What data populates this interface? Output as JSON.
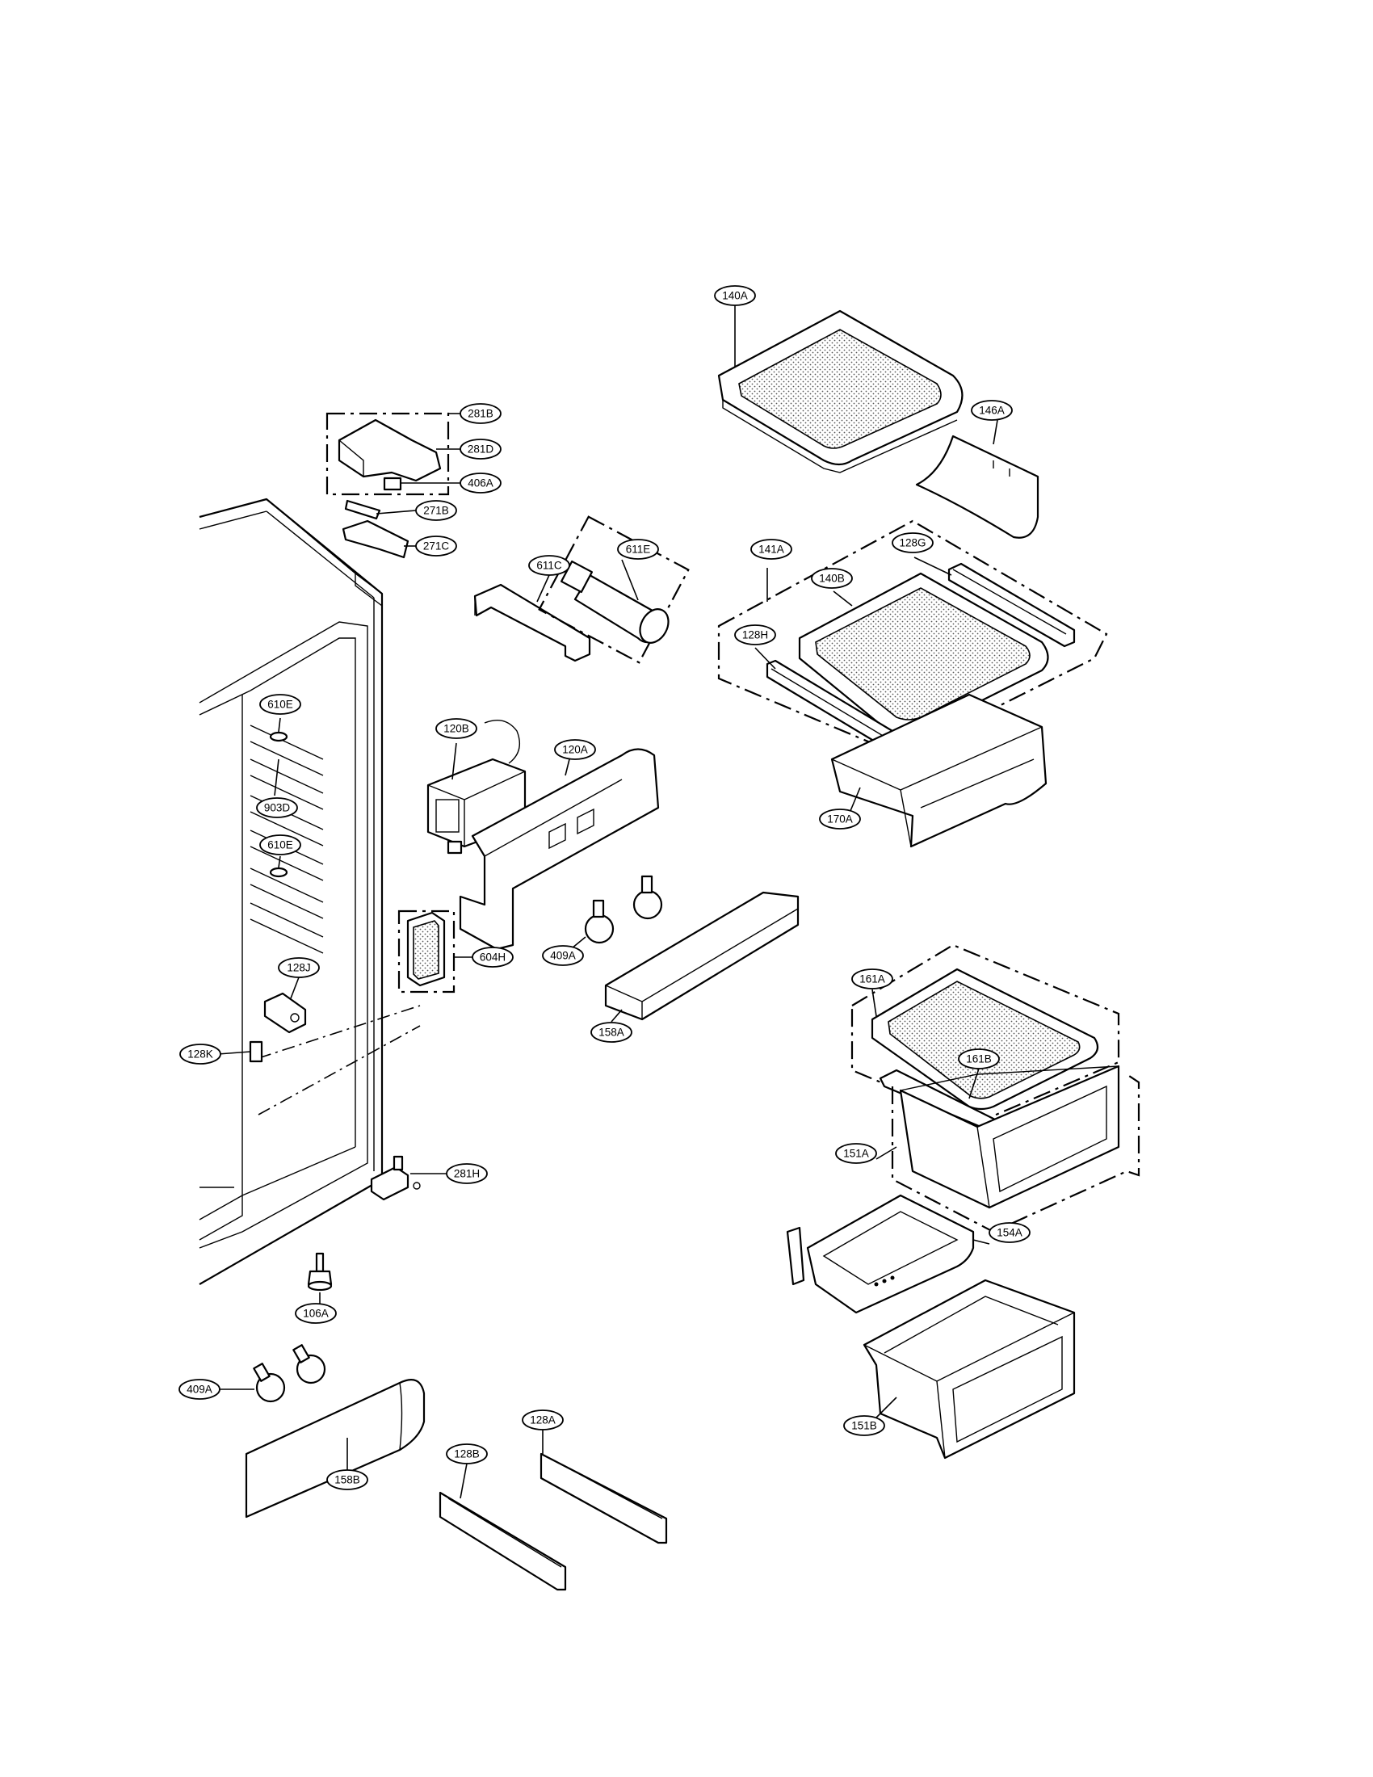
{
  "callouts": [
    {
      "id": "281B",
      "text": "281B"
    },
    {
      "id": "281D",
      "text": "281D"
    },
    {
      "id": "406A",
      "text": "406A"
    },
    {
      "id": "271B",
      "text": "271B"
    },
    {
      "id": "271C",
      "text": "271C"
    },
    {
      "id": "611C",
      "text": "611C"
    },
    {
      "id": "611E",
      "text": "611E"
    },
    {
      "id": "140A",
      "text": "140A"
    },
    {
      "id": "146A",
      "text": "146A"
    },
    {
      "id": "141A",
      "text": "141A"
    },
    {
      "id": "128G",
      "text": "128G"
    },
    {
      "id": "140B",
      "text": "140B"
    },
    {
      "id": "128H",
      "text": "128H"
    },
    {
      "id": "170A",
      "text": "170A"
    },
    {
      "id": "610E_top",
      "text": "610E"
    },
    {
      "id": "903D",
      "text": "903D"
    },
    {
      "id": "610E_bottom",
      "text": "610E"
    },
    {
      "id": "120B",
      "text": "120B"
    },
    {
      "id": "120A",
      "text": "120A"
    },
    {
      "id": "604H",
      "text": "604H"
    },
    {
      "id": "409A_upper",
      "text": "409A"
    },
    {
      "id": "158A",
      "text": "158A"
    },
    {
      "id": "128J",
      "text": "128J"
    },
    {
      "id": "128K",
      "text": "128K"
    },
    {
      "id": "281H",
      "text": "281H"
    },
    {
      "id": "161A",
      "text": "161A"
    },
    {
      "id": "161B",
      "text": "161B"
    },
    {
      "id": "151A",
      "text": "151A"
    },
    {
      "id": "154A",
      "text": "154A"
    },
    {
      "id": "106A",
      "text": "106A"
    },
    {
      "id": "409A_lower",
      "text": "409A"
    },
    {
      "id": "158B",
      "text": "158B"
    },
    {
      "id": "128A",
      "text": "128A"
    },
    {
      "id": "128B",
      "text": "128B"
    },
    {
      "id": "151B",
      "text": "151B"
    }
  ]
}
